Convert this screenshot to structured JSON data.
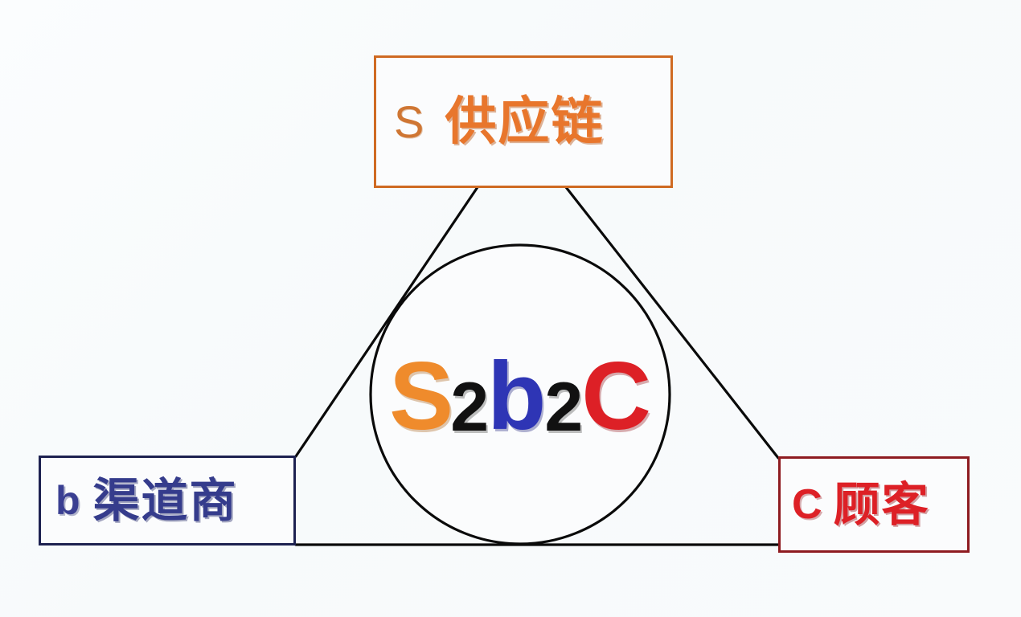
{
  "diagram": {
    "title": "S2b2C business model triangle diagram",
    "background_color": "#f9fbfc",
    "center": {
      "wordmark": "S2b2C",
      "parts": [
        {
          "text": "S",
          "color": "#ef8b2c",
          "size": "large"
        },
        {
          "text": "2",
          "color": "#111111",
          "size": "small"
        },
        {
          "text": "b",
          "color": "#2e35b5",
          "size": "large"
        },
        {
          "text": "2",
          "color": "#111111",
          "size": "small"
        },
        {
          "text": "C",
          "color": "#dd2026",
          "size": "large"
        }
      ],
      "shape": "circle",
      "circle_color": "#111111"
    },
    "nodes": [
      {
        "id": "supply",
        "letter": "S",
        "label": "供应链",
        "position": "top",
        "text_color": "#e8762c",
        "border_color": "#cf6a22"
      },
      {
        "id": "channel",
        "letter": "b",
        "label": "渠道商",
        "position": "bottom-left",
        "text_color": "#353c8c",
        "border_color": "#1d2150"
      },
      {
        "id": "customer",
        "letter": "C",
        "label": "顾客",
        "position": "bottom-right",
        "text_color": "#dd2026",
        "border_color": "#8e1b20"
      }
    ],
    "connectors": [
      {
        "from": "supply",
        "to": "channel",
        "style": "solid",
        "color": "#0a0a0a"
      },
      {
        "from": "supply",
        "to": "customer",
        "style": "solid",
        "color": "#0a0a0a"
      },
      {
        "from": "channel",
        "to": "customer",
        "style": "solid",
        "color": "#0a0a0a"
      }
    ]
  }
}
